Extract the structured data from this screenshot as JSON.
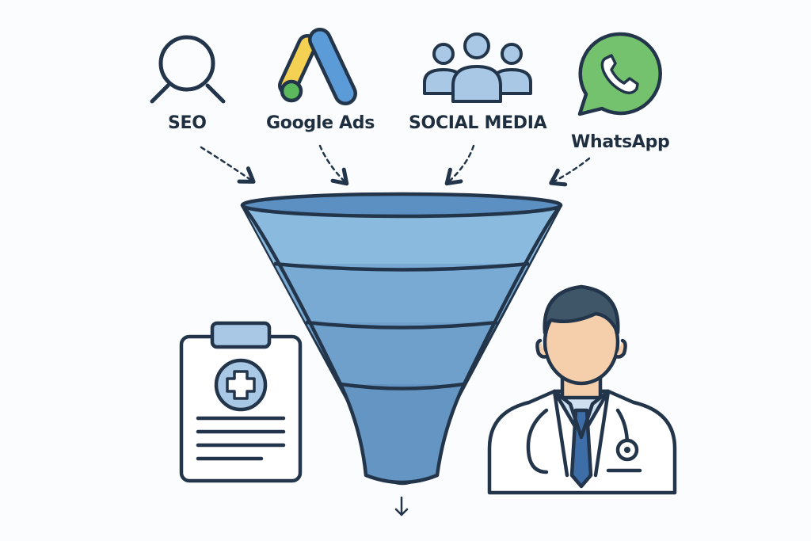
{
  "sources": [
    {
      "label": "SEO",
      "icon": "magnifier-icon"
    },
    {
      "label": "Google Ads",
      "icon": "google-ads-icon"
    },
    {
      "label": "SOCIAL MEDIA",
      "icon": "people-group-icon"
    },
    {
      "label": "WhatsApp",
      "icon": "whatsapp-icon"
    }
  ],
  "funnel": {
    "stages": 4,
    "colors": [
      "#7fb2d8",
      "#8abbdf",
      "#78aad3",
      "#6f9fcb",
      "#6595c3"
    ]
  },
  "outputs": [
    {
      "icon": "medical-clipboard-icon"
    },
    {
      "icon": "doctor-icon"
    }
  ],
  "colors": {
    "outline": "#23354a",
    "ads_blue": "#5b9bd8",
    "ads_yellow": "#f5d153",
    "ads_green": "#5cb85c",
    "whatsapp_green": "#75c26e",
    "people_blue": "#a9c8e6",
    "skin": "#f5ceab",
    "hair": "#3f5568",
    "tie": "#3e6ea8"
  }
}
